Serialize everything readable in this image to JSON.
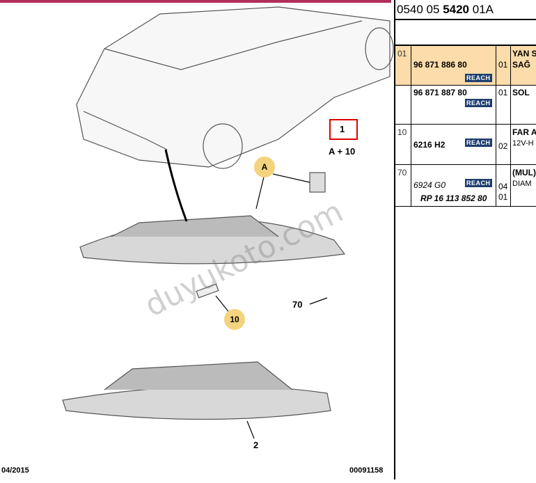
{
  "reference": {
    "prefix": "0540 05 ",
    "bold": "5420",
    "suffix": " 01A"
  },
  "rows": [
    {
      "ref": "01",
      "part": "96 871 886 80",
      "reach": "REACH",
      "qty": "01",
      "desc1": "YAN S",
      "desc2": "SAĞ",
      "highlight": true
    },
    {
      "ref": "",
      "part": "96 871 887 80",
      "reach": "REACH",
      "qty": "01",
      "desc1": "SOL"
    },
    {
      "ref": "10",
      "part": "6216 H2",
      "reach": "REACH",
      "qty": "02",
      "desc1": "FAR A",
      "desc2": "12V-H"
    },
    {
      "ref": "70",
      "part": "6924 G0",
      "reach": "REACH",
      "qty": "04",
      "desc1": "(MUL)",
      "desc2": "DIAM",
      "part2": "RP 16 113 852 80",
      "qty2": "01"
    }
  ],
  "drawing": {
    "callouts": {
      "one": "1",
      "a_plus_10": "A + 10",
      "a": "A",
      "ten": "10",
      "seventy": "70",
      "two": "2"
    },
    "watermark": "duyukoto.com",
    "date": "04/2015",
    "code": "00091158"
  },
  "colors": {
    "highlight": "#fbdcaa",
    "reach": "#1e3f6e",
    "badge": "#f3d37d"
  }
}
